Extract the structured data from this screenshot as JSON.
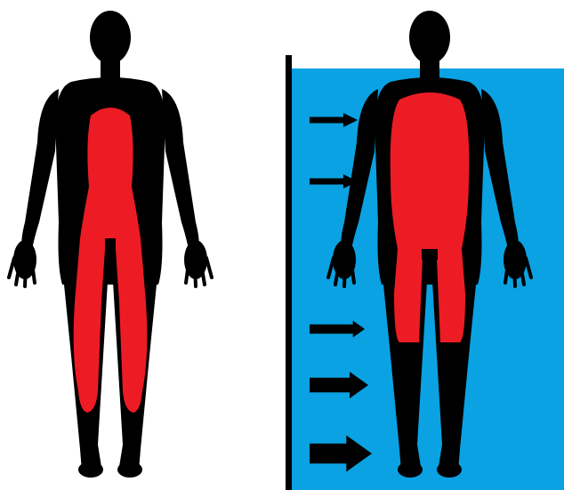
{
  "colors": {
    "background": "#ffffff",
    "water": "#0aa2e2",
    "container_edge": "#000000",
    "body_silhouette": "#000000",
    "blood_region": "#ed1c24",
    "arrow": "#000000"
  },
  "figures": [
    {
      "id": "figure-out-of-water",
      "state": "outside water",
      "blood_pooling": "legs"
    },
    {
      "id": "figure-in-water",
      "state": "immersed in water",
      "blood_pooling": "torso"
    }
  ],
  "pressure_arrows": {
    "count": 5,
    "direction": "right",
    "relative_strength": [
      1,
      1,
      2,
      3,
      4
    ]
  },
  "icons": [
    "human-silhouette-icon",
    "arrow-right-icon"
  ]
}
